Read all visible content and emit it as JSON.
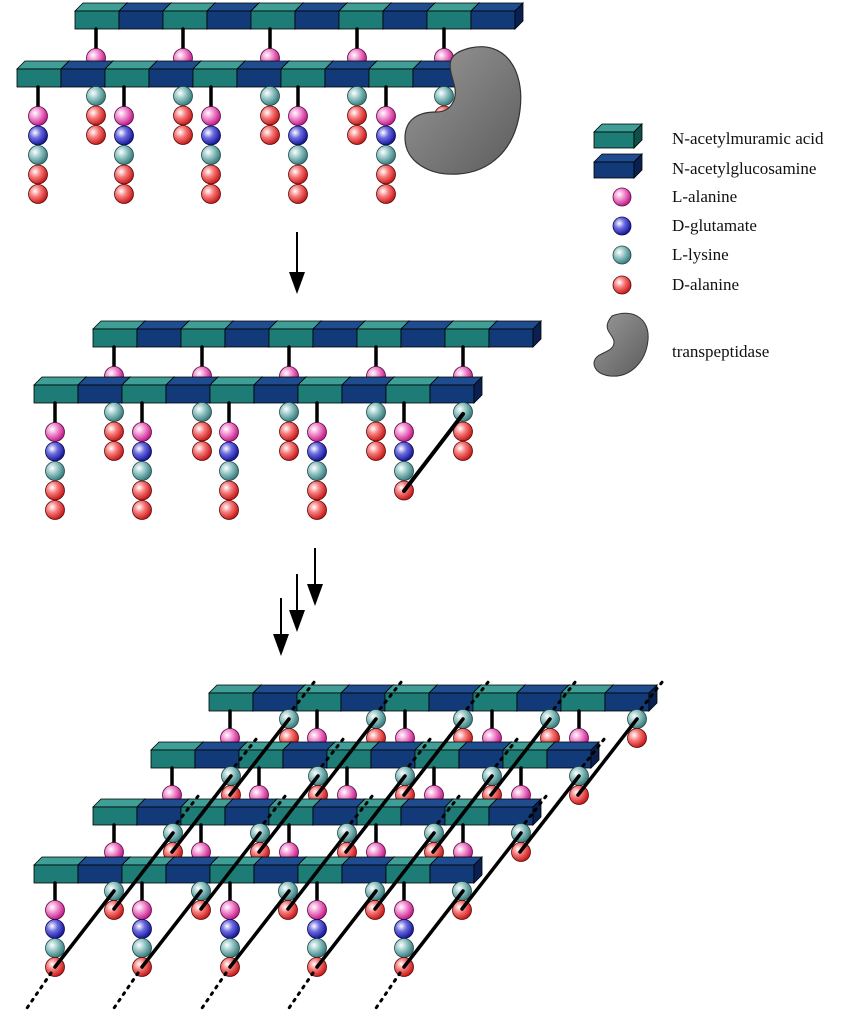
{
  "colors": {
    "nam_top": "#3f9f96",
    "nam_front": "#1d7d76",
    "nam_side": "#0f4f4a",
    "nag_top": "#1f4c8f",
    "nag_front": "#123a78",
    "nag_side": "#0a2150",
    "l_alanine": "#e65bb6",
    "d_glutamate": "#3b3bbf",
    "l_lysine": "#5f9ea0",
    "d_alanine": "#ef4a4a",
    "enzyme": "#7f7f7f",
    "bond": "#000000"
  },
  "legend": {
    "nam": {
      "label": "N-acetylmuramic acid",
      "icon": "teal-block-icon"
    },
    "nag": {
      "label": "N-acetylglucosamine",
      "icon": "navy-block-icon"
    },
    "l_alanine": {
      "label": "L-alanine",
      "icon": "pink-sphere-icon"
    },
    "d_glutamate": {
      "label": "D-glutamate",
      "icon": "blue-sphere-icon"
    },
    "l_lysine": {
      "label": "L-lysine",
      "icon": "teal-sphere-icon"
    },
    "d_alanine": {
      "label": "D-alanine",
      "icon": "red-sphere-icon"
    },
    "transpeptidase": {
      "label": "transpeptidase",
      "icon": "enzyme-shape-icon"
    }
  }
}
